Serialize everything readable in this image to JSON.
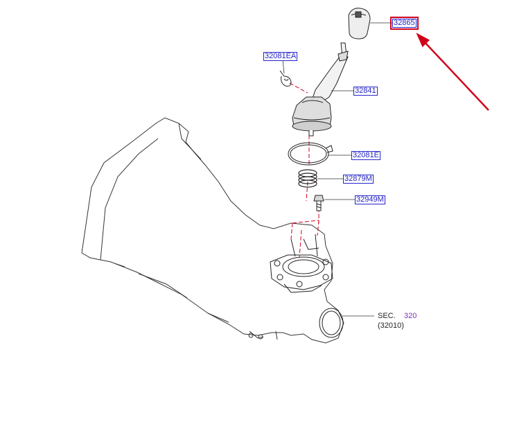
{
  "parts": {
    "knob": "32865",
    "clip": "32081EA",
    "boot": "32841",
    "ring": "32081E",
    "spring": "32879M",
    "bolt": "32949M"
  },
  "section": {
    "prefix": "SEC.",
    "number": "320",
    "sub": "(32010)"
  },
  "colors": {
    "label": "#2323c8",
    "highlight": "#d0021b",
    "centerline": "#d0021b",
    "sec_link": "#7b2fbf"
  }
}
